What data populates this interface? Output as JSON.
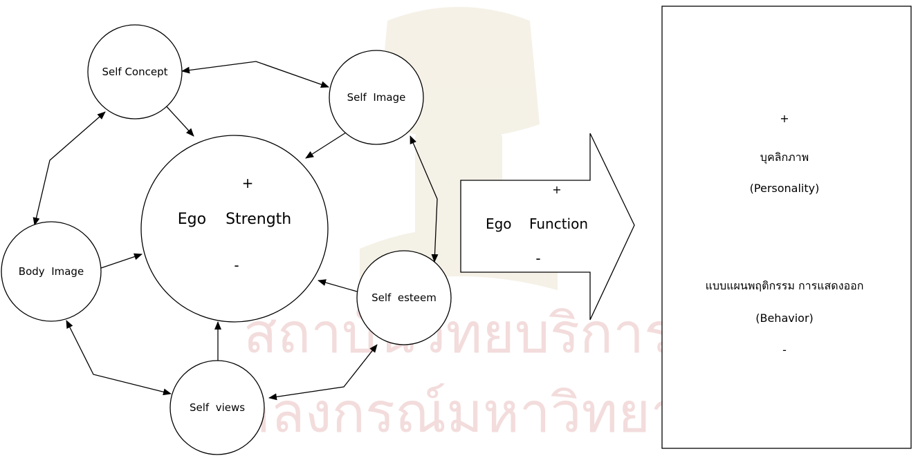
{
  "nodes": {
    "self_concept": "Self Concept",
    "self_image": "Self  Image",
    "body_image": "Body  Image",
    "self_esteem": "Self  esteem",
    "self_views": "Self  views",
    "ego_strength": {
      "plus": "+",
      "label": "Ego    Strength",
      "minus": "-"
    }
  },
  "ego_function": {
    "plus": "+",
    "label": "Ego    Function",
    "minus": "-"
  },
  "outcome_box": {
    "plus": "+",
    "personality_thai": "บุคลิกภาพ",
    "personality_en": "(Personality)",
    "behavior_thai": "แบบแผนพฤติกรรม การแสดงออก",
    "behavior_en": "(Behavior)",
    "minus": "-"
  },
  "watermark": {
    "line1": "สถาบันวิทยบริการ",
    "line2": "จุฬาลงกรณ์มหาวิทยาลัย"
  }
}
